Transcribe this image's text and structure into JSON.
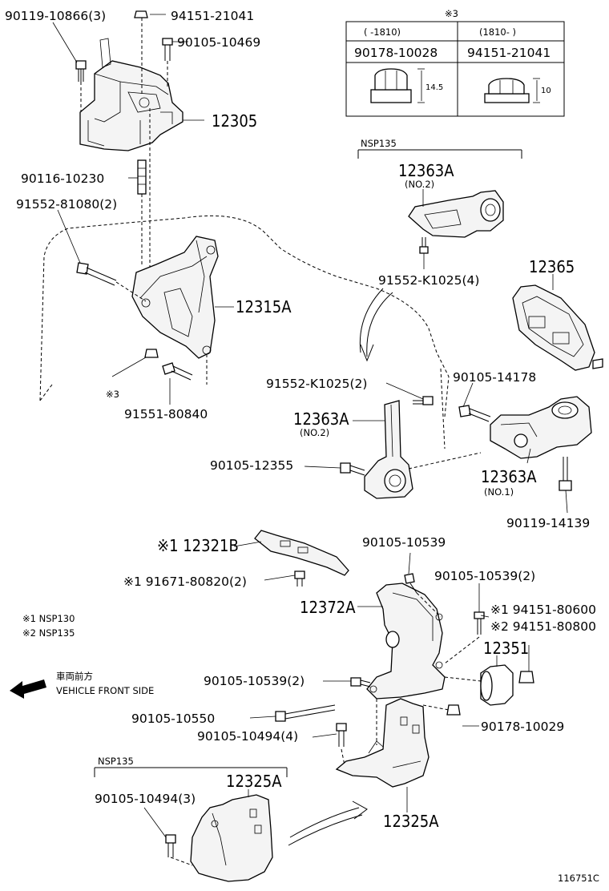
{
  "labels": {
    "p_90119_10866": "90119-10866(3)",
    "p_94151_21041_top": "94151-21041",
    "p_90105_10469": "90105-10469",
    "p_12305": "12305",
    "p_90116_10230": "90116-10230",
    "p_91552_81080": "91552-81080(2)",
    "p_12315A": "12315A",
    "note3_mark": "※3",
    "p_91551_80840": "91551-80840",
    "nsp135_top": "NSP135",
    "p_12363A_top": "12363A",
    "no2_top": "(NO.2)",
    "p_91552_K1025_4": "91552-K1025(4)",
    "p_12365": "12365",
    "p_91552_K1025_2": "91552-K1025(2)",
    "p_90105_14178": "90105-14178",
    "p_12363A_mid": "12363A",
    "no2_mid": "(NO.2)",
    "p_90105_12355": "90105-12355",
    "p_12363A_right": "12363A",
    "no1_right": "(NO.1)",
    "p_90119_14139": "90119-14139",
    "p_12321B": "※1 12321B",
    "p_90105_10539_a": "90105-10539",
    "p_91671_80820": "※1 91671-80820(2)",
    "p_90105_10539_b": "90105-10539(2)",
    "p_12372A": "12372A",
    "p_94151_80600": "※1 94151-80600",
    "p_94151_80800": "※2 94151-80800",
    "p_12351": "12351",
    "note_nsp130": "※1 NSP130",
    "note_nsp135": "※2 NSP135",
    "front_jp": "車両前方",
    "front_en": "VEHICLE FRONT SIDE",
    "p_90105_10539_c": "90105-10539(2)",
    "p_90105_10550": "90105-10550",
    "p_90178_10029": "90178-10029",
    "p_90105_10494_4": "90105-10494(4)",
    "nsp135_bottom": "NSP135",
    "p_12325A_top": "12325A",
    "p_90105_10494_3": "90105-10494(3)",
    "p_12325A_bottom": "12325A",
    "figure_id": "116751C"
  },
  "note_table": {
    "title": "※3",
    "col1_range": "(  -1810)",
    "col2_range": "(1810-   )",
    "col1_part": "90178-10028",
    "col2_part": "94151-21041",
    "col1_dim": "14.5",
    "col2_dim": "10"
  }
}
